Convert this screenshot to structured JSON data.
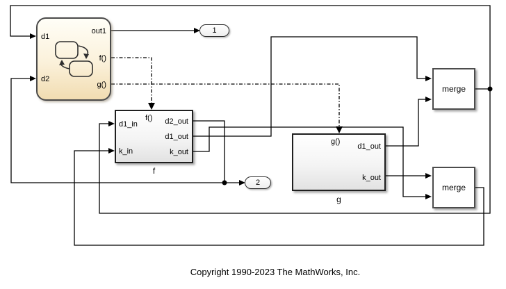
{
  "chart_block": {
    "input_d1": "d1",
    "input_d2": "d2",
    "output_out1": "out1",
    "output_f": "f()",
    "output_g": "g()"
  },
  "f_subsystem": {
    "trigger": "f()",
    "input_d1": "d1_in",
    "input_k": "k_in",
    "output_d2": "d2_out",
    "output_d1": "d1_out",
    "output_k": "k_out",
    "name": "f"
  },
  "g_subsystem": {
    "trigger": "g()",
    "output_d1": "d1_out",
    "output_k": "k_out",
    "name": "g"
  },
  "merge_blocks": {
    "top": "merge",
    "bottom": "merge"
  },
  "outports": {
    "one": "1",
    "two": "2"
  },
  "footer": {
    "copyright": "Copyright 1990-2023 The MathWorks, Inc."
  },
  "colors": {
    "wire": "#000000",
    "chart_border": "#4a4a4a",
    "chart_fill_top": "#fffef7",
    "chart_fill_bottom": "#f1dcb1",
    "subsystem_border": "#1f1f1f",
    "subsystem_fill_bottom": "#e2e2e2",
    "merge_border": "#4c4c4c",
    "merge_fill": "#ffffff",
    "text": "#000000",
    "background": "#ffffff"
  }
}
